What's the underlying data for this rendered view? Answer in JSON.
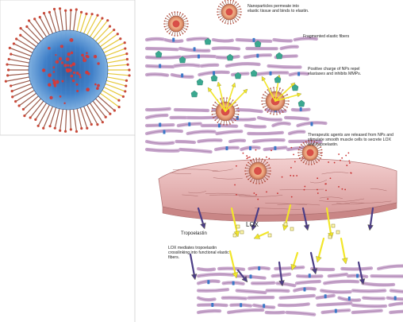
{
  "labels": {
    "step1": "Nanoparticles permeate into elastic tissue and binds to elastin.",
    "step2": "Fragmented elastic fibers",
    "step3": "Positive charge of NPs repel elastases and inhibits MMPs.",
    "step4": "Therapeutic agents are released from NPs and stimulate smooth muscle cells to secrete LOX and tropoelastin.",
    "tropoelastin": "Tropoelastin",
    "lox": "LOX",
    "step5": "LOX mediates tropoelastin crosslinking into functional elastic fibers."
  },
  "colors": {
    "fiber": "#c8a6cc",
    "fiber_stroke": "#8e6a96",
    "blue_tag": "#3a78c8",
    "teal_enzyme": "#3aa890",
    "yellow_arrow": "#f2e62a",
    "purple_arrow": "#4b3d86",
    "smooth_muscle": "#e6b2b2",
    "np_core_red": "#d23a3a",
    "np_shell_blue": "#3f7fc8",
    "np_spike_brown": "#8a4a3a"
  }
}
